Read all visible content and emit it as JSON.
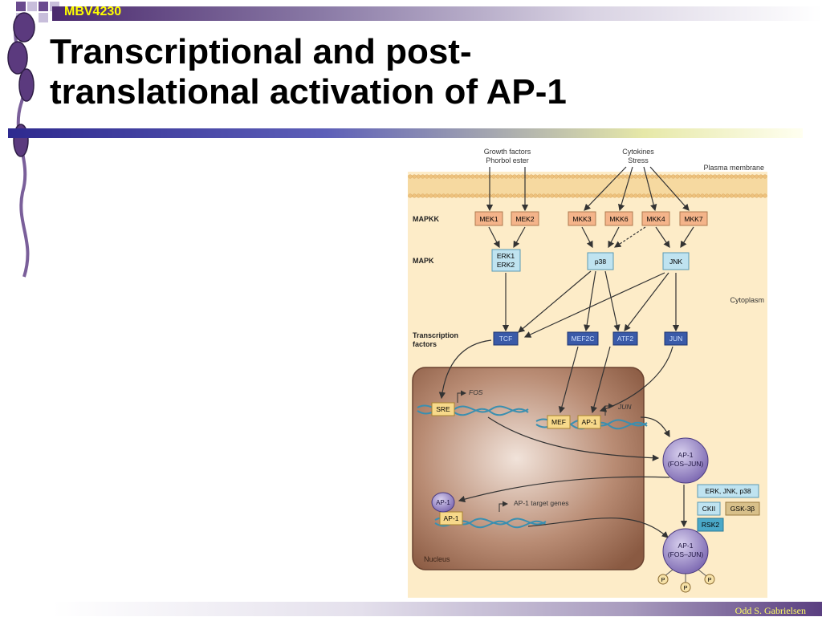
{
  "header": {
    "course_code": "MBV4230"
  },
  "slide": {
    "title_line1": "Transcriptional and post-",
    "title_line2": "translational activation of AP-1"
  },
  "footer": {
    "author": "Odd S. Gabrielsen"
  },
  "diagram": {
    "inputs": {
      "growth": "Growth factors",
      "phorbol": "Phorbol ester",
      "cytokines": "Cytokines",
      "stress": "Stress"
    },
    "membrane_label": "Plasma membrane",
    "row_labels": {
      "mapkk": "MAPKK",
      "mapk": "MAPK",
      "tf1": "Transcription",
      "tf2": "factors"
    },
    "mapkk": [
      "MEK1",
      "MEK2",
      "MKK3",
      "MKK6",
      "MKK4",
      "MKK7"
    ],
    "mapk": {
      "erk1": "ERK1",
      "erk2": "ERK2",
      "p38": "p38",
      "jnk": "JNK"
    },
    "cytoplasm_label": "Cytoplasm",
    "tfs": [
      "TCF",
      "MEF2C",
      "ATF2",
      "JUN"
    ],
    "nucleus_label": "Nucleus",
    "promoter": {
      "sre": "SRE",
      "fos": "FOS",
      "mef": "MEF",
      "ap1": "AP-1",
      "jun": "JUN",
      "target": "AP-1 target genes"
    },
    "complex": {
      "name": "AP-1",
      "sub": "(FOS–JUN)"
    },
    "kinases": {
      "erk_jnk_p38": "ERK, JNK, p38",
      "ckii": "CKII",
      "gsk": "GSK-3β",
      "rsk2": "RSK2"
    },
    "phospho": "P",
    "colors": {
      "membrane": "#f3c98b",
      "mapkk_fill": "#f4b48a",
      "mapk_fill": "#bfe3f0",
      "tf_fill": "#3a5aa8",
      "nucleus": "#9a6a52",
      "ap1_fill": "#8a76b8",
      "bg": "#fdecc8"
    }
  },
  "decor_colors": {
    "bar_purple": "#4b2a6e",
    "line_blue": "#2e2a8f",
    "bead": "#5b3a7e"
  }
}
